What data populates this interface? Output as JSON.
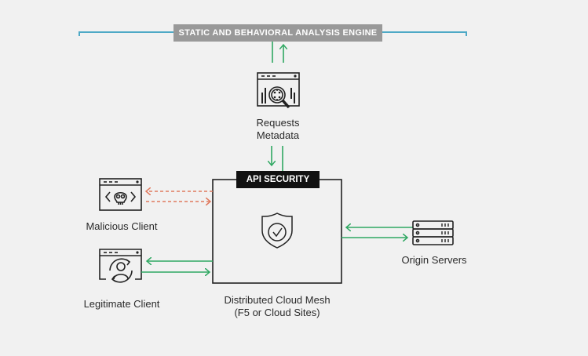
{
  "engine": {
    "label": "STATIC AND BEHAVIORAL ANALYSIS ENGINE"
  },
  "metadata": {
    "line1": "Requests",
    "line2": "Metadata",
    "icon": "search-analytics-icon"
  },
  "api_security": {
    "label": "API SECURITY",
    "icon": "shield-check-icon"
  },
  "mesh": {
    "line1": "Distributed Cloud Mesh",
    "line2": "(F5 or Cloud Sites)"
  },
  "malicious_client": {
    "label": "Malicious Client",
    "icon": "skull-code-window-icon"
  },
  "legitimate_client": {
    "label": "Legitimate Client",
    "icon": "user-sync-window-icon"
  },
  "origin_servers": {
    "label": "Origin Servers",
    "icon": "server-stack-icon"
  },
  "colors": {
    "bracket": "#4ea9c6",
    "green": "#2fa862",
    "red": "#e07a5f",
    "banner": "#999999",
    "api": "#111111"
  }
}
